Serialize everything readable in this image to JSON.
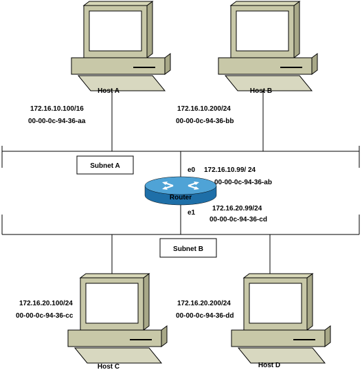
{
  "hosts": [
    {
      "name": "Host A",
      "ip": "172.16.10.100/16",
      "mac": "00-00-0c-94-36-aa"
    },
    {
      "name": "Host B",
      "ip": "172.16.10.200/24",
      "mac": "00-00-0c-94-36-bb"
    },
    {
      "name": "Host C",
      "ip": "172.16.20.100/24",
      "mac": "00-00-0c-94-36-cc"
    },
    {
      "name": "Host D",
      "ip": "172.16.20.200/24",
      "mac": "00-00-0c-94-36-dd"
    }
  ],
  "subnets": [
    {
      "label": "Subnet A"
    },
    {
      "label": "Subnet B"
    }
  ],
  "router": {
    "label": "Router",
    "e0": {
      "name": "e0",
      "ip": "172.16.10.99/ 24",
      "mac": "00-00-0c-94-36-ab"
    },
    "e1": {
      "name": "e1",
      "ip": "172.16.20.99/24",
      "mac": "00-00-0c-94-36-cd"
    }
  },
  "colors": {
    "monitor_body": "#C8C8A8",
    "monitor_shade": "#A8A888",
    "screen": "#FFFFFF",
    "router_top": "#4FA3D6",
    "router_side": "#1E6FA8",
    "line": "#000000"
  },
  "icons": {
    "host": "desktop-computer-icon",
    "router": "router-icon"
  }
}
